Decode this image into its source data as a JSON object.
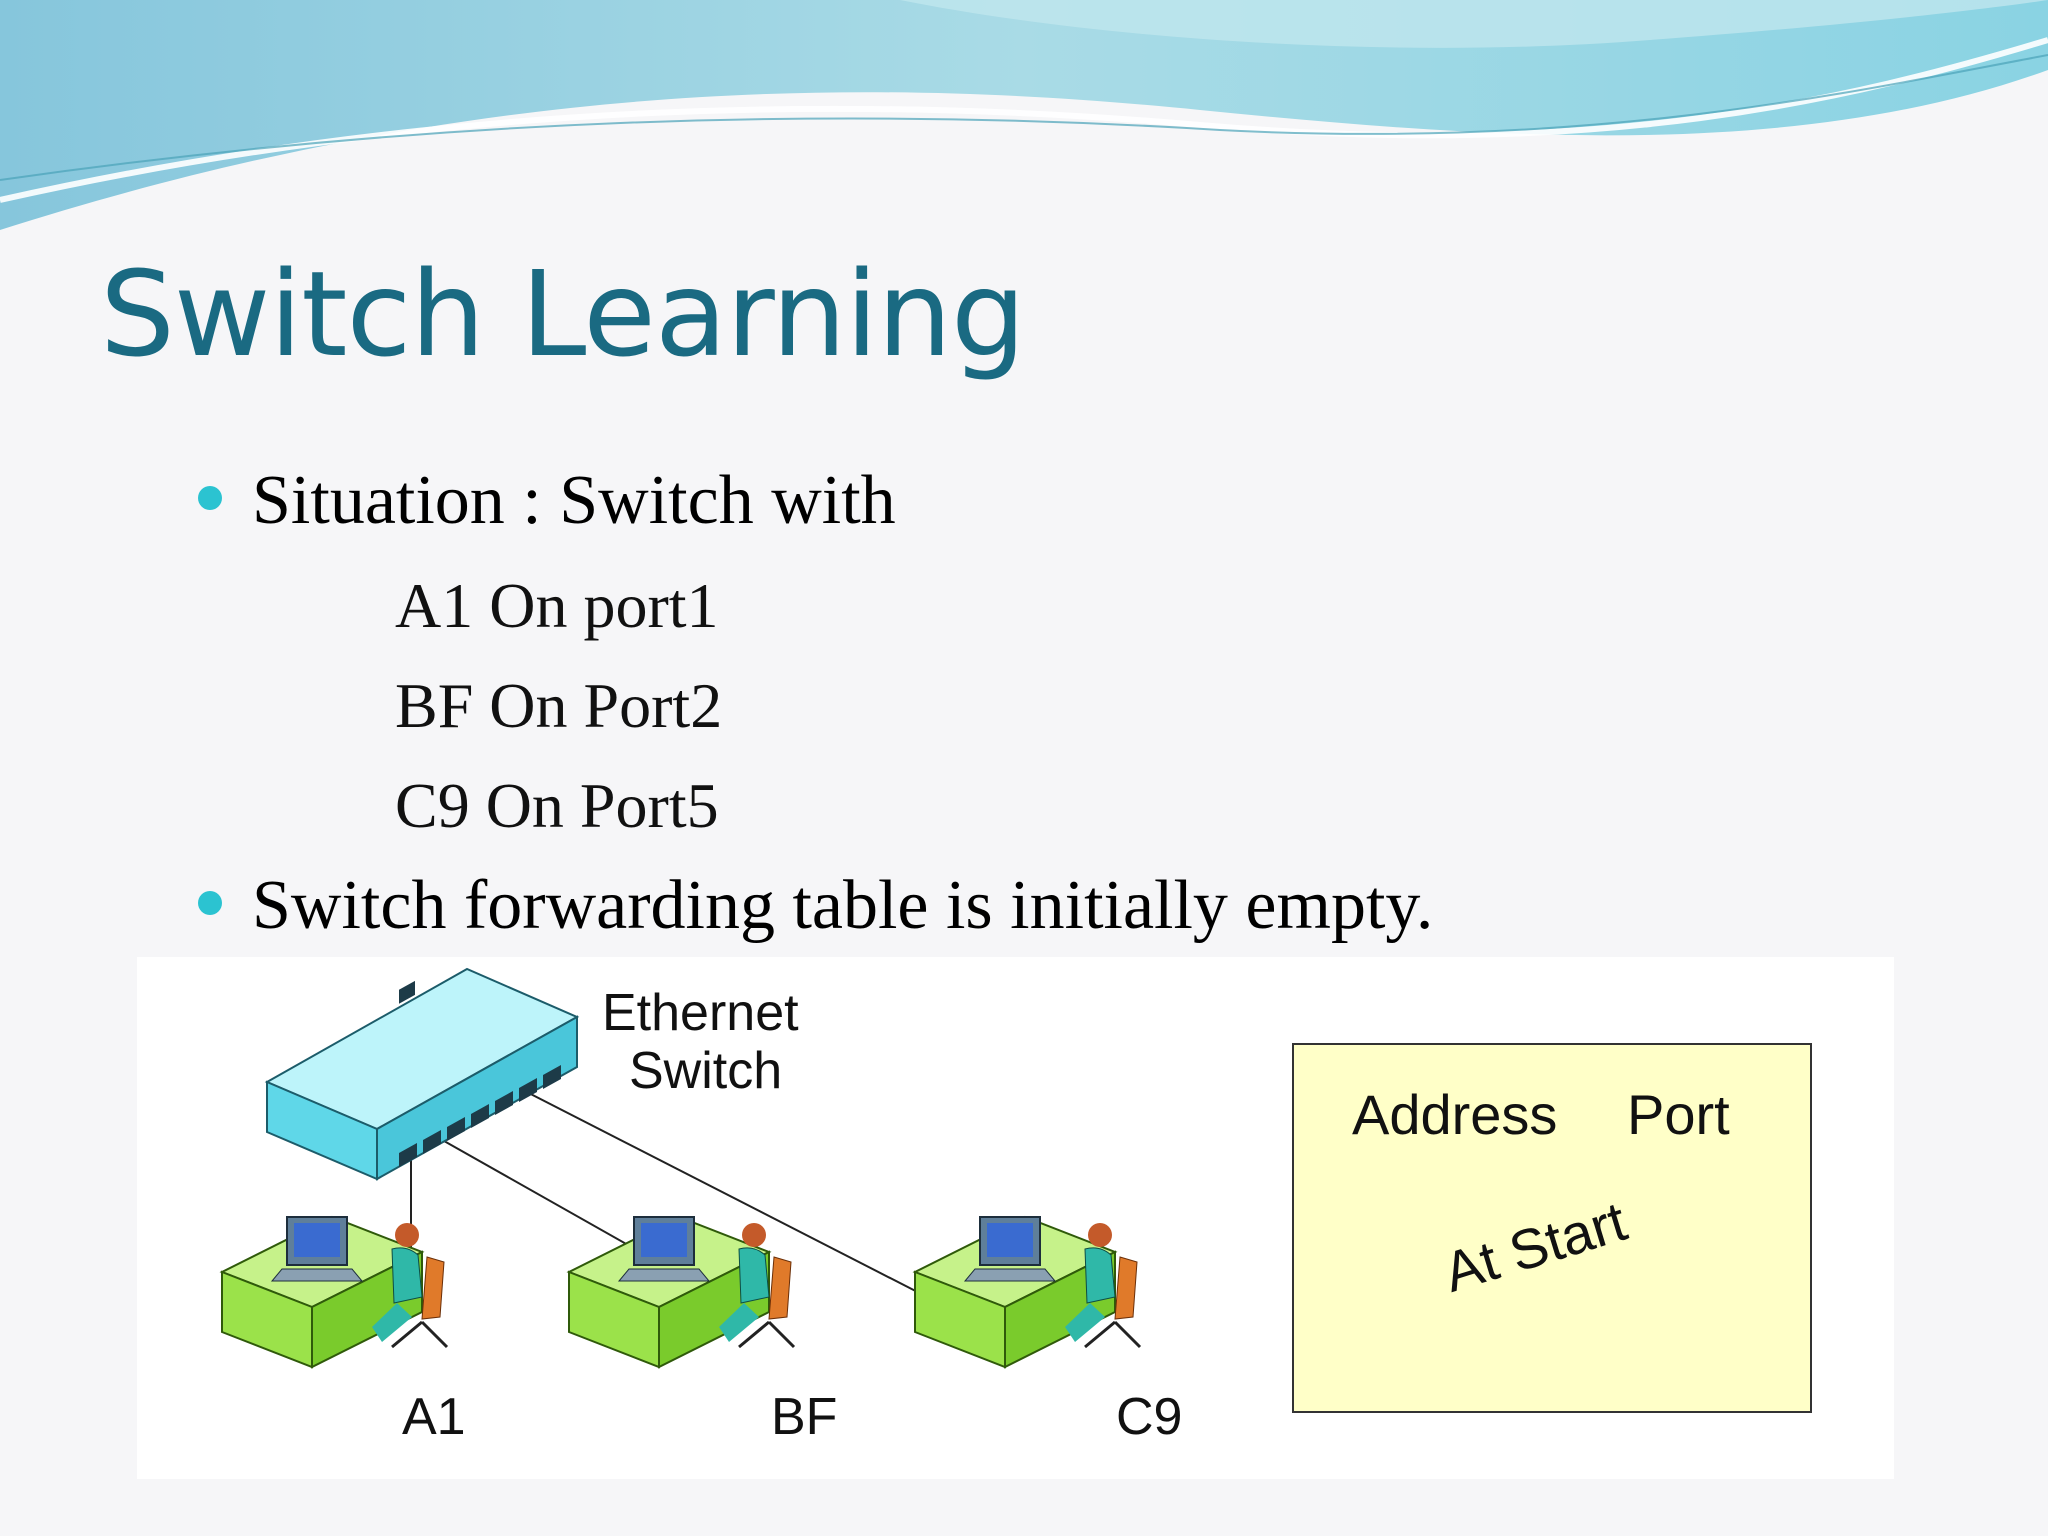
{
  "slide": {
    "title": "Switch Learning",
    "bullets": [
      {
        "text": "Situation : Switch with"
      },
      {
        "text": "Switch forwarding table is initially empty."
      }
    ],
    "sub_items": [
      {
        "text": "A1 On port1"
      },
      {
        "text": "BF On Port2"
      },
      {
        "text": "C9 On Port5"
      }
    ]
  },
  "diagram": {
    "switch_label_line1": "Ethernet",
    "switch_label_line2": "Switch",
    "hosts": [
      {
        "label": "A1"
      },
      {
        "label": "BF"
      },
      {
        "label": "C9"
      }
    ],
    "table": {
      "header_address": "Address",
      "header_port": "Port",
      "note": "At Start"
    }
  },
  "colors": {
    "title": "#1a6a82",
    "bullet": "#2bc3d1",
    "switch_body": "#7fe6f2",
    "desk": "#9be24a",
    "table_fill": "#ffffc8"
  }
}
